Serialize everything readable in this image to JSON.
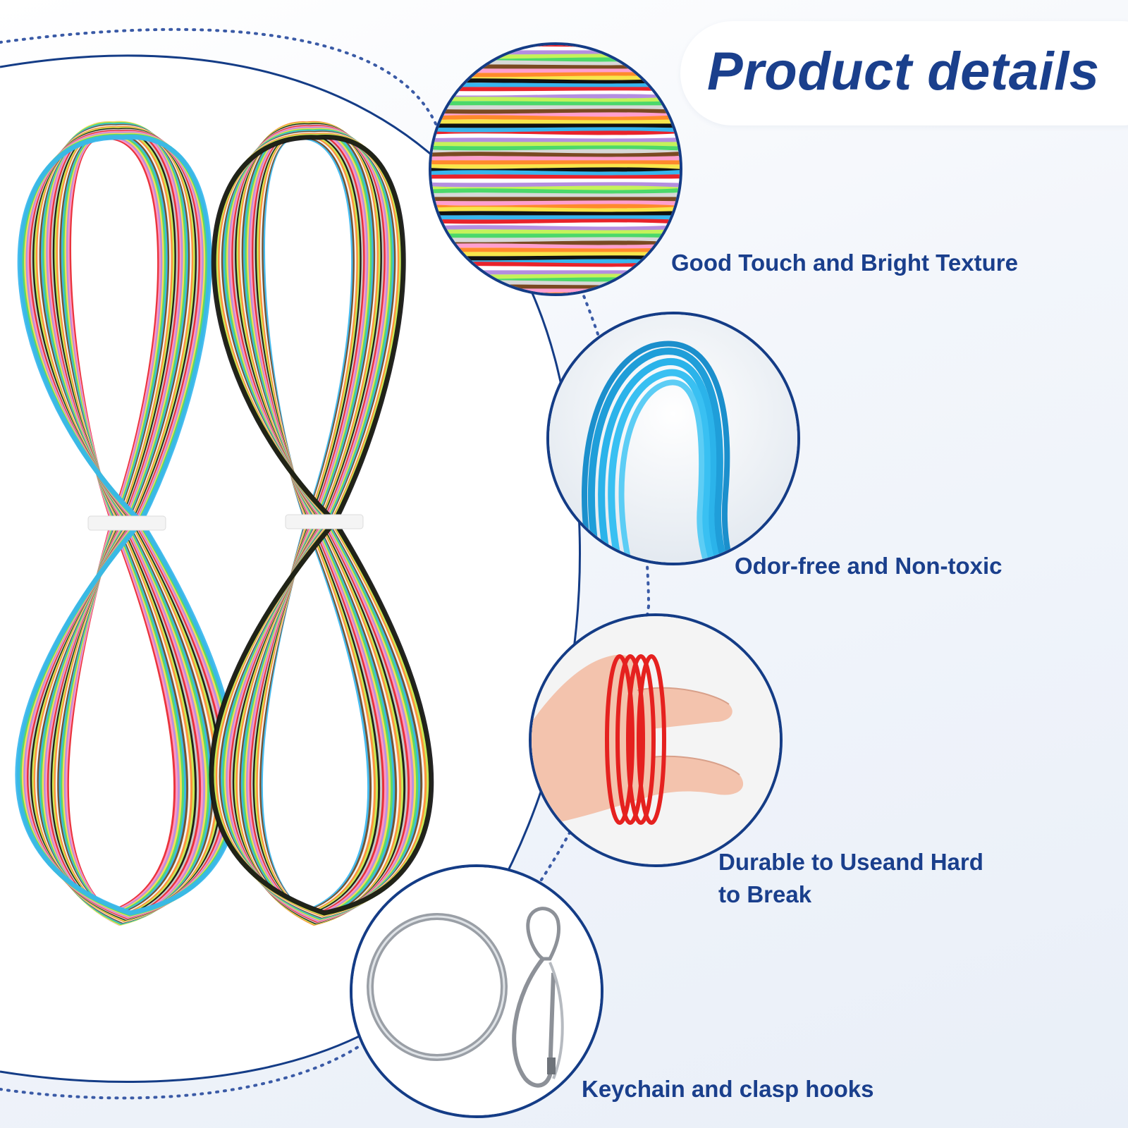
{
  "header": {
    "title": "Product details"
  },
  "features": [
    {
      "label": "Good Touch and Bright Texture"
    },
    {
      "label": "Odor-free and Non-toxic"
    },
    {
      "label_line1": "Durable to Useand Hard",
      "label_line2": "to Break"
    },
    {
      "label": "Keychain and clasp hooks"
    }
  ],
  "colors": {
    "accent_navy": "#143c86",
    "title_text": "#1a3f8c",
    "cord_palette": [
      "#e8232b",
      "#ff9fcf",
      "#b48ee0",
      "#f7e64b",
      "#4cd86a",
      "#37b6ef",
      "#7a4a22",
      "#ffffff",
      "#ff8a2b",
      "#c5f25a",
      "#111111",
      "#d8d8d8"
    ]
  },
  "icons": {
    "hero": "colorful-cord-bundles-image",
    "feature_1": "cord-texture-closeup-image",
    "feature_2": "blue-cord-loop-image",
    "feature_3": "red-cord-on-fingers-image",
    "feature_4": "keyring-and-clasp-image"
  }
}
